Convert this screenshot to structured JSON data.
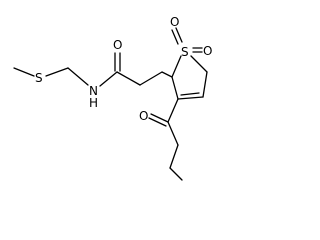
{
  "molecule": {
    "atoms": {
      "s_thioether": "S",
      "n_amide": "N",
      "h_amide": "H",
      "o_amide": "O",
      "s_sulfone": "S",
      "o_sulfone_1": "O",
      "o_sulfone_2": "O",
      "o_ketone": "O"
    }
  },
  "colors": {
    "bond": "#000000",
    "background": "#ffffff"
  }
}
